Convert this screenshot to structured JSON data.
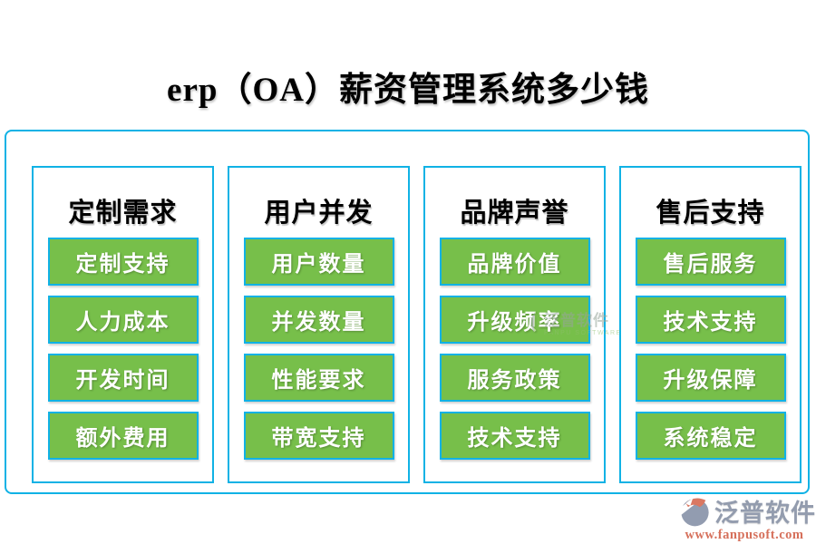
{
  "title": "erp（OA）薪资管理系统多少钱",
  "columns": [
    {
      "header": "定制需求",
      "items": [
        "定制支持",
        "人力成本",
        "开发时间",
        "额外费用"
      ]
    },
    {
      "header": "用户并发",
      "items": [
        "用户数量",
        "并发数量",
        "性能要求",
        "带宽支持"
      ]
    },
    {
      "header": "品牌声誉",
      "items": [
        "品牌价值",
        "升级频率",
        "服务政策",
        "技术支持"
      ]
    },
    {
      "header": "售后支持",
      "items": [
        "售后服务",
        "技术支持",
        "升级保障",
        "系统稳定"
      ]
    }
  ],
  "watermark": {
    "name": "泛普软件",
    "subtext": "FANPU SOFTWARE"
  },
  "footer": {
    "brand": "泛普软件",
    "url": "www.fanpusoft.com"
  },
  "colors": {
    "button_green": "#77BF4A",
    "border_cyan": "#10B2E5",
    "brand_gray": "#939CAE",
    "brand_red": "#D6705B",
    "watermark_green": "#7CC04C"
  }
}
